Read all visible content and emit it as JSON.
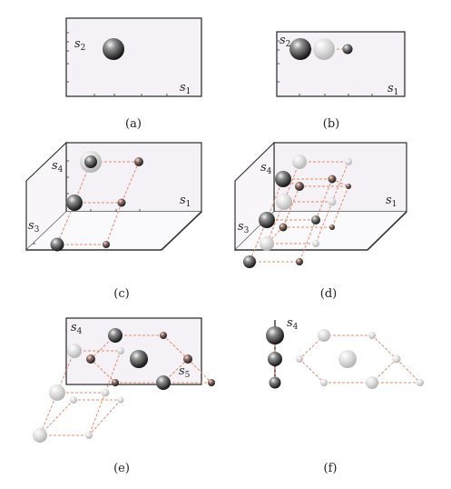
{
  "panels": [
    {
      "id": "a",
      "caption": "(a)",
      "axis_labels": [
        "s2",
        "s1"
      ]
    },
    {
      "id": "b",
      "caption": "(b)",
      "axis_labels": [
        "s2",
        "s1"
      ]
    },
    {
      "id": "c",
      "caption": "(c)",
      "axis_labels": [
        "s4",
        "s1",
        "s3"
      ]
    },
    {
      "id": "d",
      "caption": "(d)",
      "axis_labels": [
        "s4",
        "s3",
        "s1"
      ]
    },
    {
      "id": "e",
      "caption": "(e)",
      "axis_labels": [
        "s4",
        "s5"
      ]
    },
    {
      "id": "f",
      "caption": "(f)",
      "axis_labels": [
        "s4"
      ]
    }
  ],
  "colors": {
    "panel_fill": "#f5f2f7",
    "frame": "#333333",
    "dashed_link": "#e8886a",
    "sphere_dark": "#2a2a2a",
    "sphere_light": "#cfcfcf"
  }
}
